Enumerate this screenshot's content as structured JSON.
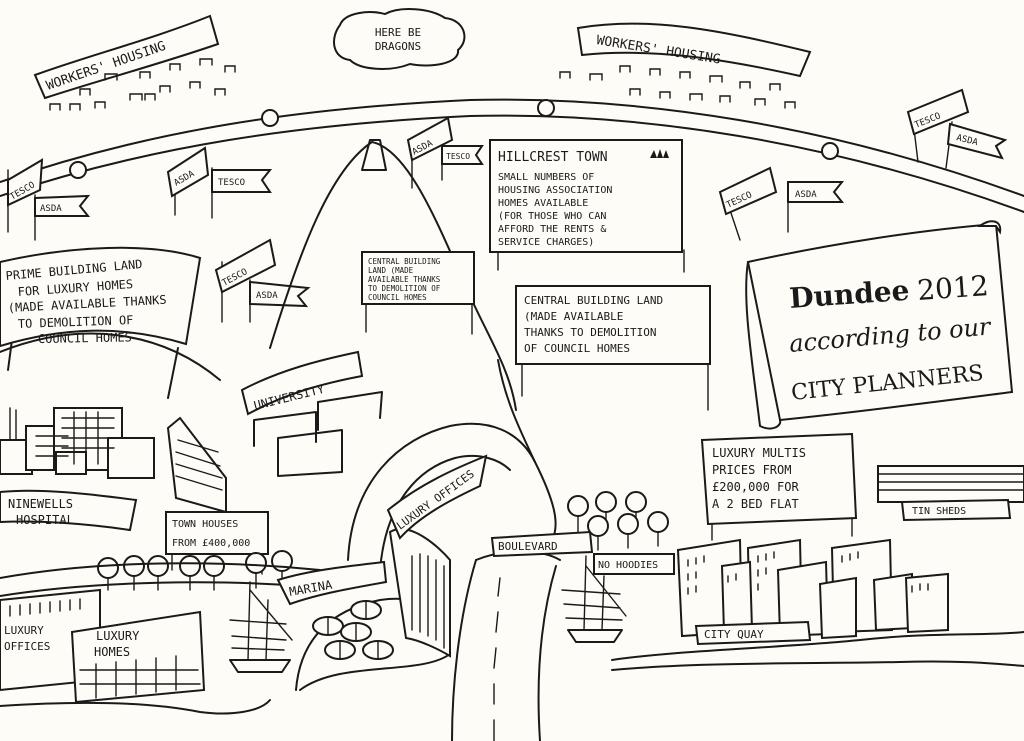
{
  "title": {
    "city": "Dundee",
    "year": "2012",
    "line2": "according to our",
    "line3": "CITY PLANNERS"
  },
  "banners": {
    "workers_left": "WORKERS' HOUSING",
    "workers_right": "WORKERS' HOUSING",
    "dragons_1": "HERE BE",
    "dragons_2": "DRAGONS",
    "university": "UNIVERSITY",
    "ninewells_1": "NINEWELLS",
    "ninewells_2": "HOSPITAL",
    "marina": "MARINA",
    "luxury_offices_tower": "LUXURY OFFICES",
    "boulevard": "BOULEVARD",
    "no_hoodies": "NO HOODIES",
    "city_quay": "CITY QUAY",
    "tin_sheds": "TIN SHEDS"
  },
  "flags": {
    "tesco": "TESCO",
    "asda": "ASDA"
  },
  "signs": {
    "prime": [
      "PRIME BUILDING LAND",
      "FOR LUXURY HOMES",
      "(MADE AVAILABLE THANKS",
      "TO DEMOLITION OF",
      "COUNCIL HOMES"
    ],
    "hillcrest_title": "HILLCREST TOWN",
    "hillcrest": [
      "SMALL NUMBERS OF",
      "HOUSING ASSOCIATION",
      "HOMES AVAILABLE",
      "(FOR THOSE WHO CAN",
      "AFFORD THE RENTS &",
      "SERVICE CHARGES)"
    ],
    "central_small": [
      "CENTRAL BUILDING",
      "LAND (MADE",
      "AVAILABLE THANKS",
      "TO DEMOLITION OF",
      "COUNCIL HOMES"
    ],
    "central_big": [
      "CENTRAL BUILDING LAND",
      "(MADE AVAILABLE",
      "THANKS TO DEMOLITION",
      "OF COUNCIL HOMES"
    ],
    "luxury_multis": [
      "LUXURY MULTIS",
      "PRICES FROM",
      "£200,000 FOR",
      "A 2 BED FLAT"
    ],
    "town_houses": [
      "TOWN HOUSES",
      "FROM £400,000"
    ]
  },
  "buildings": {
    "luxury_offices_1": "LUXURY",
    "luxury_offices_2": "OFFICES",
    "luxury_homes_1": "LUXURY",
    "luxury_homes_2": "HOMES"
  }
}
